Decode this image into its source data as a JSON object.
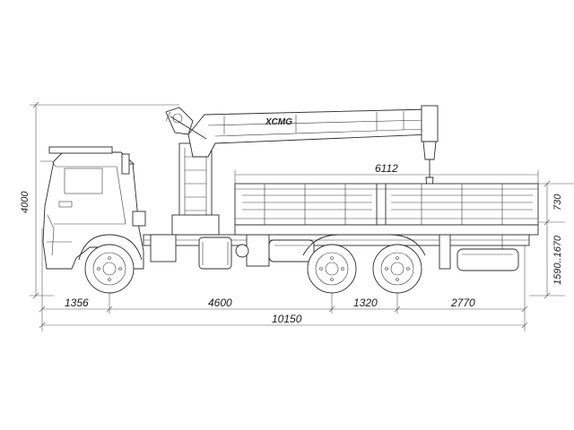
{
  "drawing": {
    "brand_logo": "XCMG",
    "boom_marking": "",
    "dimensions": {
      "cab_overhang": "1356",
      "wheelbase_front": "4600",
      "bogie_spacing": "1320",
      "rear_overhang": "2770",
      "overall_length": "10150",
      "body_length": "6112",
      "overall_height": "4000",
      "side_height": "730",
      "platform_height": "1590..1670"
    }
  }
}
